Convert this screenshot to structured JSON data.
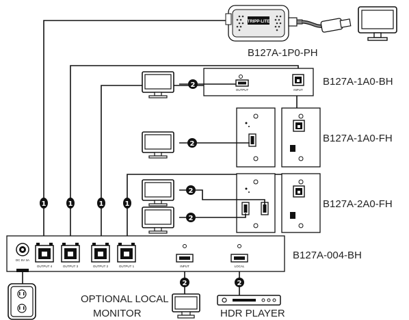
{
  "labels": {
    "ph": "B127A-1P0-PH",
    "bh_1a0": "B127A-1A0-BH",
    "fh_1a0": "B127A-1A0-FH",
    "fh_2a0": "B127A-2A0-FH",
    "hub": "B127A-004-BH",
    "optional_line1": "OPTIONAL LOCAL",
    "optional_line2": "MONITOR",
    "hdr_player": "HDR PLAYER"
  },
  "ph_brand": "TRIPP·LITE",
  "hub_ports": [
    "OUTPUT 4",
    "OUTPUT 3",
    "OUTPUT 2",
    "OUTPUT 1"
  ],
  "hub_power_label": "DC 5V 3A",
  "hub_hdmi": [
    "INPUT",
    "LOCAL"
  ],
  "bh_ports": [
    "OUTPUT",
    "INPUT"
  ],
  "badges": {
    "cat_cable": "1",
    "hdmi_cable": "2"
  }
}
